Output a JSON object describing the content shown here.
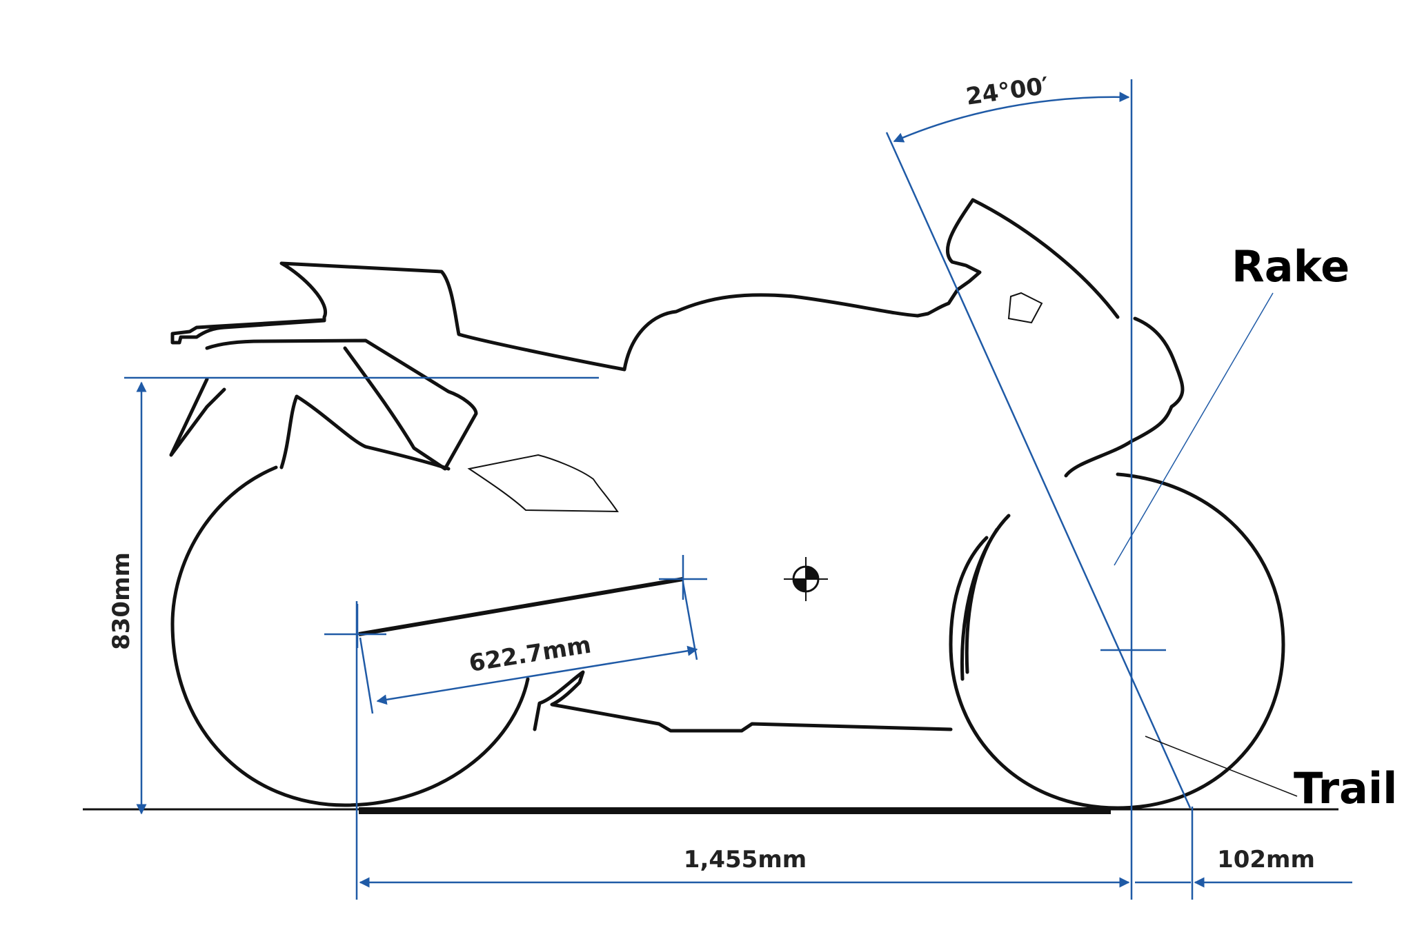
{
  "colors": {
    "outline": "#111111",
    "dimension": "#1f5aa6",
    "text": "#222222"
  },
  "labels": {
    "rake": "Rake",
    "trail": "Trail"
  },
  "dimensions": {
    "rake_angle": "24°00′",
    "seat_height": "830mm",
    "swingarm_length": "622.7mm",
    "wheelbase": "1,455mm",
    "trail": "102mm"
  },
  "icons": {
    "center_of_gravity": "center-of-gravity-icon"
  }
}
